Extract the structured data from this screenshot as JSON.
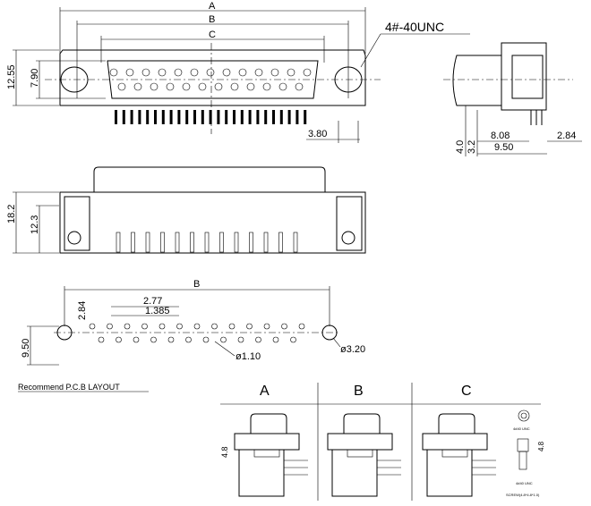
{
  "front_view": {
    "dim_a": "A",
    "dim_b": "B",
    "dim_c": "C",
    "thread_note": "4#-40UNC",
    "height_total": "12.55",
    "height_shell": "7.90",
    "pin_offset": "3.80"
  },
  "side_view": {
    "dim_4_0": "4.0",
    "dim_3_2": "3.2",
    "dim_8_08": "8.08",
    "dim_9_50": "9.50",
    "dim_2_84": "2.84"
  },
  "top_view": {
    "height_total": "18.2",
    "height_body": "12.3"
  },
  "pcb_layout": {
    "title": "Recommend P.C.B LAYOUT",
    "dim_b": "B",
    "row_offset": "2.84",
    "pitch": "2.77",
    "half_pitch": "1.385",
    "hole_small": "ø1.10",
    "hole_large": "ø3.20",
    "row_span": "9.50"
  },
  "variants": {
    "labels": [
      "A",
      "B",
      "C"
    ],
    "dim_a_height": "4.8",
    "nut_note": "4#40 UNC",
    "screw_height": "4.8",
    "screw_thread": "4#40 UNC",
    "screw_note": "SCREW(4.8*4.8*1.0)"
  }
}
